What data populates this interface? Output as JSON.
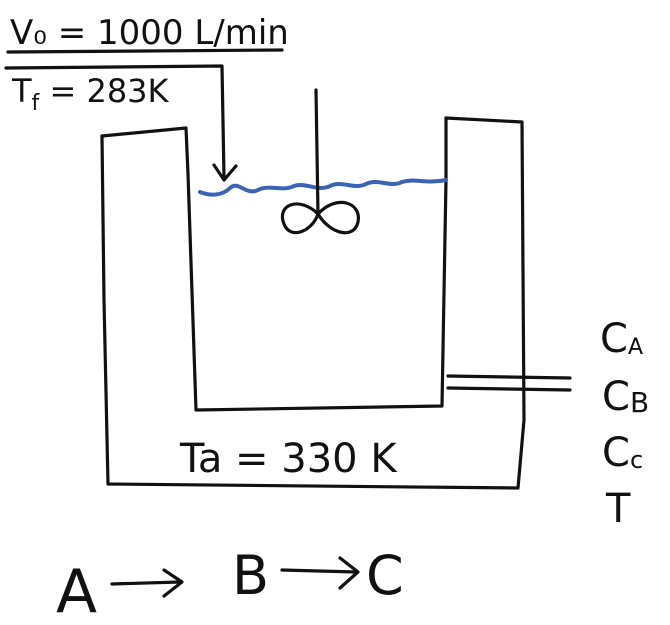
{
  "feed": {
    "flow_rate": "V₀ = 1000 L/min",
    "feed_temperature": "T",
    "feed_temperature_subscript": "f",
    "feed_temperature_value": " = 283K"
  },
  "jacket": {
    "temperature": "Ta = 330 K"
  },
  "outlet": {
    "concentration_a": "C",
    "concentration_a_subscript": "A",
    "concentration_b": "C",
    "concentration_b_subscript": "B",
    "concentration_c": "C",
    "concentration_c_subscript": "c",
    "temperature": "T"
  },
  "reaction": {
    "species_a": "A",
    "species_b": "B",
    "species_c": "C",
    "arrow": "→"
  },
  "colors": {
    "ink": "#111111",
    "liquid_surface": "#3a62b5"
  }
}
